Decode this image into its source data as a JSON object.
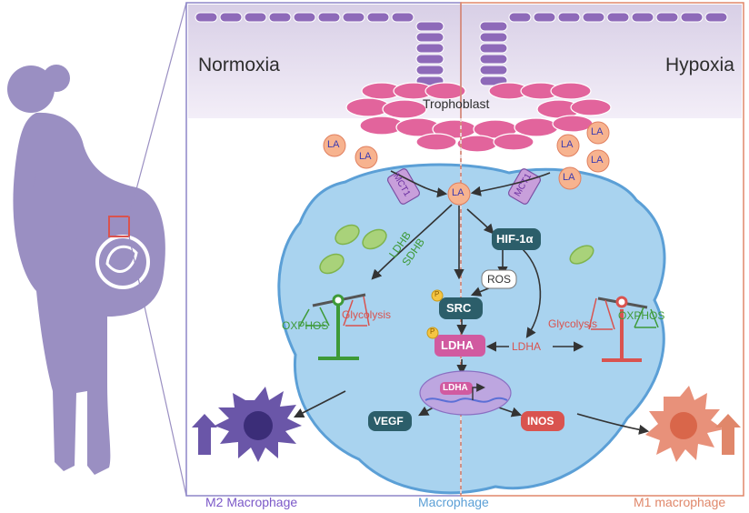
{
  "regions": {
    "left_label": "Normoxia",
    "right_label": "Hypoxia",
    "trophoblast_label": "Trophoblast"
  },
  "molecules": {
    "lactate": "LA",
    "transporter": "MCT1",
    "hif": "HIF-1α",
    "ros": "ROS",
    "src": "SRC",
    "ldha": "LDHA",
    "ldha_free": "LDHA",
    "ldha_nucleus": "LDHA",
    "phospho": "P",
    "vegf": "VEGF",
    "inos": "INOS",
    "ldhb": "LDHB",
    "sdhb": "SDHB"
  },
  "metabolism": {
    "left": {
      "oxphos": "OXPHOS",
      "glycolysis": "Glycolysis"
    },
    "right": {
      "glycolysis": "Glycolysis",
      "oxphos": "OXPHOS"
    }
  },
  "footer": {
    "m2": "M2  Macrophage",
    "center": "Macrophage",
    "m1": "M1 macrophage"
  },
  "colors": {
    "left_frame": "#8d86c9",
    "right_frame": "#e0876a",
    "cell_fill": "#a9d3ef",
    "cell_border": "#5b9fd6",
    "silhouette": "#9a8fc2",
    "trophoblast": "#e2649c",
    "villus": "#8e6ab9",
    "lactate_fill": "#f7b38f",
    "lactate_text": "#3b3bb0",
    "mitochondria": "#a9d27a",
    "dark_teal": "#2c5e6a",
    "green": "#3e9a38",
    "red": "#d9534f",
    "m2": "#6a56a8",
    "m1": "#e8917a",
    "footer_m2": "#7b58c8",
    "footer_center": "#5b9fd6",
    "footer_m1": "#e0876a"
  }
}
